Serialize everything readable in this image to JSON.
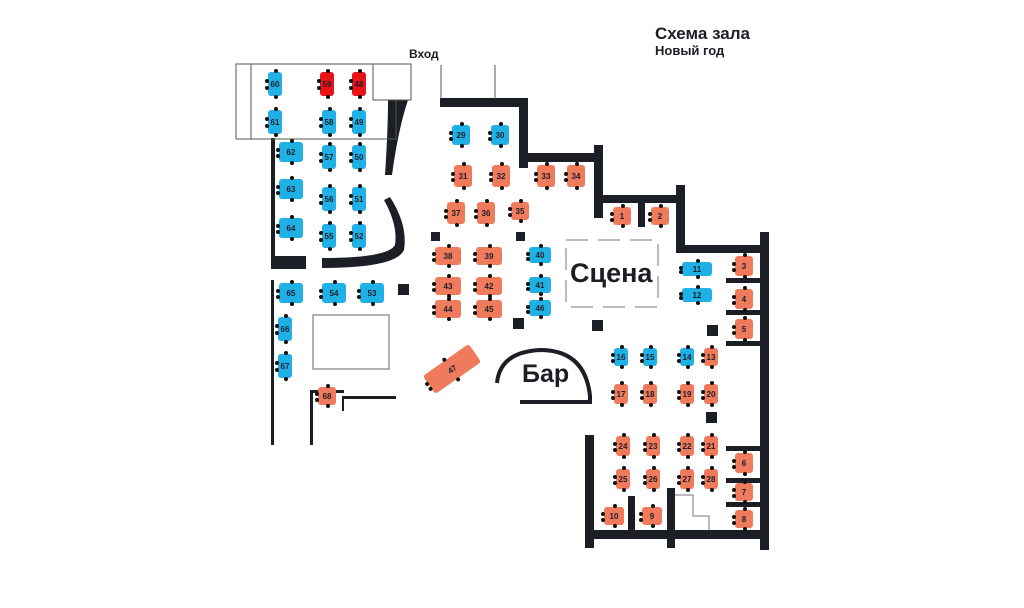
{
  "header": {
    "title": "Схема зала",
    "subtitle": "Новый год"
  },
  "labels": {
    "entrance": "Вход",
    "stage": "Сцена",
    "bar": "Бар"
  },
  "colors": {
    "free": "#f07b5c",
    "vip": "#1fb0e6",
    "booked": "#e8141c",
    "wall": "#1c1e26"
  },
  "legend_status": {
    "free": "salmon tables",
    "vip": "blue tables",
    "booked": "red tables"
  },
  "tables": [
    {
      "id": "1",
      "status": "free"
    },
    {
      "id": "2",
      "status": "free"
    },
    {
      "id": "3",
      "status": "free"
    },
    {
      "id": "4",
      "status": "free"
    },
    {
      "id": "5",
      "status": "free"
    },
    {
      "id": "6",
      "status": "free"
    },
    {
      "id": "7",
      "status": "free"
    },
    {
      "id": "8",
      "status": "free"
    },
    {
      "id": "9",
      "status": "free"
    },
    {
      "id": "10",
      "status": "free"
    },
    {
      "id": "11",
      "status": "vip"
    },
    {
      "id": "12",
      "status": "vip"
    },
    {
      "id": "13",
      "status": "free"
    },
    {
      "id": "14",
      "status": "vip"
    },
    {
      "id": "15",
      "status": "vip"
    },
    {
      "id": "16",
      "status": "vip"
    },
    {
      "id": "17",
      "status": "free"
    },
    {
      "id": "18",
      "status": "free"
    },
    {
      "id": "19",
      "status": "free"
    },
    {
      "id": "20",
      "status": "free"
    },
    {
      "id": "21",
      "status": "free"
    },
    {
      "id": "22",
      "status": "free"
    },
    {
      "id": "23",
      "status": "free"
    },
    {
      "id": "24",
      "status": "free"
    },
    {
      "id": "25",
      "status": "free"
    },
    {
      "id": "26",
      "status": "free"
    },
    {
      "id": "27",
      "status": "free"
    },
    {
      "id": "28",
      "status": "free"
    },
    {
      "id": "29",
      "status": "vip"
    },
    {
      "id": "30",
      "status": "vip"
    },
    {
      "id": "31",
      "status": "free"
    },
    {
      "id": "32",
      "status": "free"
    },
    {
      "id": "33",
      "status": "free"
    },
    {
      "id": "34",
      "status": "free"
    },
    {
      "id": "35",
      "status": "free"
    },
    {
      "id": "36",
      "status": "free"
    },
    {
      "id": "37",
      "status": "free"
    },
    {
      "id": "38",
      "status": "free"
    },
    {
      "id": "39",
      "status": "free"
    },
    {
      "id": "40",
      "status": "vip"
    },
    {
      "id": "41",
      "status": "vip"
    },
    {
      "id": "42",
      "status": "free"
    },
    {
      "id": "43",
      "status": "free"
    },
    {
      "id": "44",
      "status": "free"
    },
    {
      "id": "45",
      "status": "free"
    },
    {
      "id": "46",
      "status": "vip"
    },
    {
      "id": "47",
      "status": "free"
    },
    {
      "id": "48",
      "status": "booked"
    },
    {
      "id": "49",
      "status": "vip"
    },
    {
      "id": "50",
      "status": "vip"
    },
    {
      "id": "51",
      "status": "vip"
    },
    {
      "id": "52",
      "status": "vip"
    },
    {
      "id": "53",
      "status": "vip"
    },
    {
      "id": "54",
      "status": "vip"
    },
    {
      "id": "55",
      "status": "vip"
    },
    {
      "id": "56",
      "status": "vip"
    },
    {
      "id": "57",
      "status": "vip"
    },
    {
      "id": "58",
      "status": "vip"
    },
    {
      "id": "59",
      "status": "booked"
    },
    {
      "id": "60",
      "status": "vip"
    },
    {
      "id": "61",
      "status": "vip"
    },
    {
      "id": "62",
      "status": "vip"
    },
    {
      "id": "63",
      "status": "vip"
    },
    {
      "id": "64",
      "status": "vip"
    },
    {
      "id": "65",
      "status": "vip"
    },
    {
      "id": "66",
      "status": "vip"
    },
    {
      "id": "67",
      "status": "vip"
    },
    {
      "id": "68",
      "status": "free"
    }
  ]
}
